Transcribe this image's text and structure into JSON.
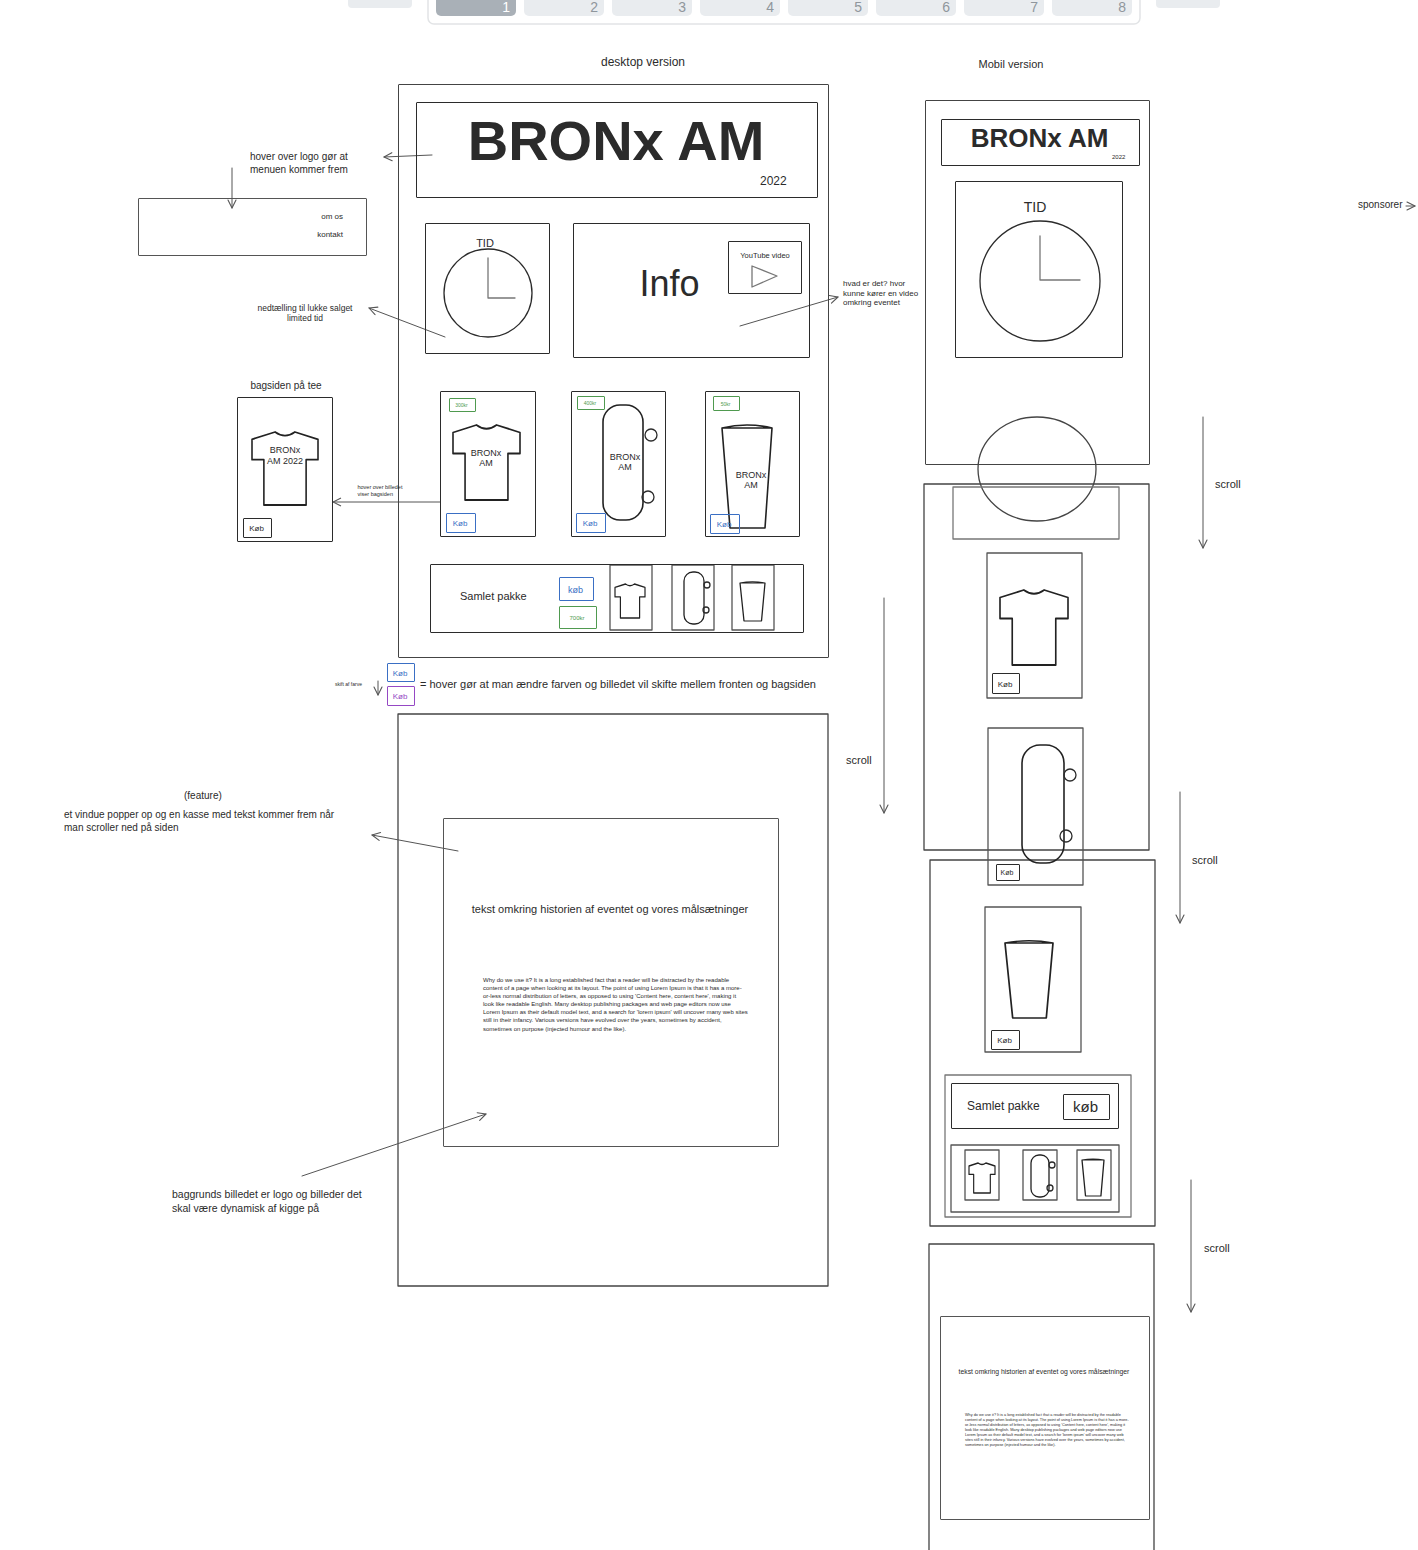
{
  "diagram": {
    "nodes": [
      {
        "text": [
          "1"
        ]
      },
      {
        "text": [
          "2"
        ]
      },
      {
        "text": [
          "3"
        ]
      },
      {
        "text": [
          "4"
        ]
      },
      {
        "text": [
          "5"
        ]
      },
      {
        "text": [
          "6"
        ]
      },
      {
        "text": [
          "7"
        ]
      },
      {
        "text": [
          "8"
        ]
      },
      {
        "text": [
          "desktop version"
        ]
      },
      {
        "text": [
          "BRONx AM",
          "2022"
        ],
        "in": 8
      },
      {
        "text": [
          "TID"
        ],
        "in": 8
      },
      {
        "text": [
          "Info"
        ],
        "in": 8
      },
      {
        "text": [
          "YouTube video"
        ],
        "in": 11
      },
      {
        "text": [
          "BRONx AM"
        ],
        "in": 8
      },
      {
        "text": [
          "300kr"
        ],
        "in": 13
      },
      {
        "text": [
          "Køb"
        ],
        "in": 13
      },
      {
        "text": [
          "BRONx AM"
        ],
        "in": 8
      },
      {
        "text": [
          "400kr"
        ],
        "in": 16
      },
      {
        "text": [
          "Køb"
        ],
        "in": 16
      },
      {
        "text": [
          "BRONx AM"
        ],
        "in": 8
      },
      {
        "text": [
          "50kr"
        ],
        "in": 19
      },
      {
        "text": [
          "Køb"
        ],
        "in": 19
      },
      {
        "text": [
          "Samlet pakke"
        ],
        "in": 8
      },
      {
        "text": [
          "køb"
        ],
        "in": 22
      },
      {
        "text": [
          "700kr"
        ],
        "in": 22
      },
      {
        "text": [
          "om os",
          "kontakt"
        ]
      },
      {
        "text": [
          "bagsiden på tee",
          "BRONx AM 2022"
        ]
      },
      {
        "text": [
          "Køb"
        ],
        "in": 26
      },
      {
        "text": [
          "Køb"
        ]
      },
      {
        "text": [
          "Køb"
        ]
      },
      {
        "text": [
          "tekst omkring historien af eventet og vores målsætninger",
          "Why do we use it? It is a long established fact that a reader will be distracted by the readable content of a page when looking at its layout. The point of using Lorem Ipsum is that it has a more-or-less normal distribution of letters, as opposed to using 'Content here, content here', making it look like readable English. Many desktop publishing packages and web page editors now use Lorem Ipsum as their default model text, and a search for 'lorem ipsum' will uncover many web sites still in their infancy. Various versions have evolved over the years, sometimes by accident, sometimes on purpose (injected humour and the like)."
        ]
      },
      {
        "text": [
          "Mobil version"
        ]
      },
      {
        "text": [
          "BRONx AM",
          "2022"
        ],
        "in": 31
      },
      {
        "text": [
          "TID"
        ],
        "in": 31
      },
      {
        "text": [
          "Køb"
        ]
      },
      {
        "text": [
          "Køb"
        ]
      },
      {
        "text": [
          "Køb"
        ]
      },
      {
        "text": [
          "Samlet pakke"
        ]
      },
      {
        "text": [
          "køb"
        ],
        "in": 37
      },
      {
        "text": [
          "tekst omkring historien af eventet og vores målsætninger",
          "Why do we use it? It is a long established fact that a reader will be distracted by the readable content of a page when looking at its layout. The point of using Lorem Ipsum is that it has a more-or-less normal distribution of letters, as opposed to using 'Content here, content here', making it look like readable English. Many desktop publishing packages and web page editors now use Lorem Ipsum as their default model text, and a search for 'lorem ipsum' will uncover many web sites still in their infancy. Various versions have evolved over the years, sometimes by accident, sometimes on purpose (injected humour and the like)."
        ]
      }
    ],
    "edges": [
      {
        "from": 13,
        "to": 26,
        "arrow": "to",
        "label": "hover over billedet viser bagsiden"
      }
    ],
    "labels": [
      "sponsorer",
      "hover over logo gør at menuen kommer frem",
      "nedtælling til lukke salget limited tid",
      "hvad er det? hvor kunne kører en video omkring eventet",
      "scroll",
      "skift af farve",
      "= hover gør at man ændre farven og billedet vil skifte mellem fronten og bagsiden",
      "(feature)",
      "et vindue popper op og en kasse med tekst kommer frem når man scroller ned på siden",
      "baggrunds billedet er logo og billeder det skal være dynamisk af kigge på",
      "scroll",
      "scroll",
      "scroll"
    ]
  }
}
